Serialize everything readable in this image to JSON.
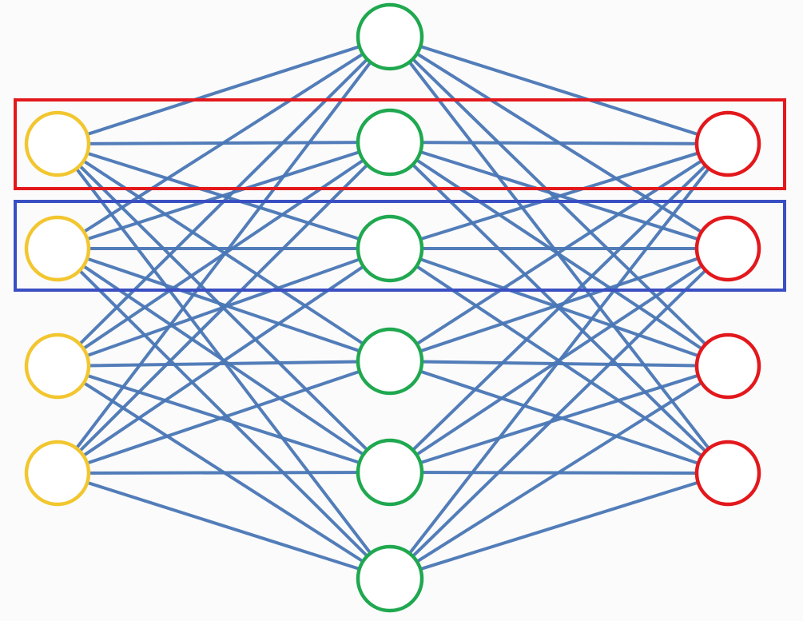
{
  "colors": {
    "background": "#fbfbfb",
    "edge": "#4a77b6",
    "input_node": "#f2c62f",
    "hidden_node": "#1fa84f",
    "output_node": "#e3181c",
    "highlight_box_1": "#e3181c",
    "highlight_box_2": "#3a4fc2"
  },
  "network": {
    "input_layer": {
      "count": 4,
      "color_key": "input_node"
    },
    "hidden_layer": {
      "count": 6,
      "color_key": "hidden_node"
    },
    "output_layer": {
      "count": 4,
      "color_key": "output_node"
    },
    "fully_connected": true
  },
  "highlights": [
    {
      "color_key": "highlight_box_1",
      "row_index": 0
    },
    {
      "color_key": "highlight_box_2",
      "row_index": 1
    }
  ]
}
